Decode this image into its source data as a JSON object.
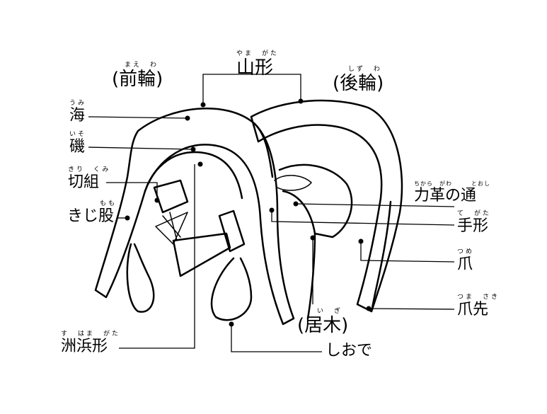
{
  "labels": {
    "maewa": {
      "text": "(前輪)",
      "ruby": "まえ　わ"
    },
    "yamagata": {
      "text": "山形",
      "ruby": "やま　がた"
    },
    "shizuwa": {
      "text": "(後輪)",
      "ruby": "しず　わ"
    },
    "umi": {
      "text": "海",
      "ruby": "うみ"
    },
    "iso": {
      "text": "磯",
      "ruby": "いそ"
    },
    "kirikumi": {
      "text": "切組",
      "ruby": "きり　くみ"
    },
    "kijimata": {
      "text": "きじ股",
      "ruby": "もも"
    },
    "chikara": {
      "text": "力革の通",
      "ruby": "ちから　がわ　　　とおし"
    },
    "tegata": {
      "text": "手形",
      "ruby": "て　がた"
    },
    "tsume": {
      "text": "爪",
      "ruby": "つめ"
    },
    "tsumesaki": {
      "text": "爪先",
      "ruby": "つま　さき"
    },
    "igi": {
      "text": "(居木)",
      "ruby": "い　ぎ"
    },
    "suhamagata": {
      "text": "洲浜形",
      "ruby": "す　はま　がた"
    },
    "shiode": {
      "text": "しおで",
      "ruby": ""
    }
  }
}
